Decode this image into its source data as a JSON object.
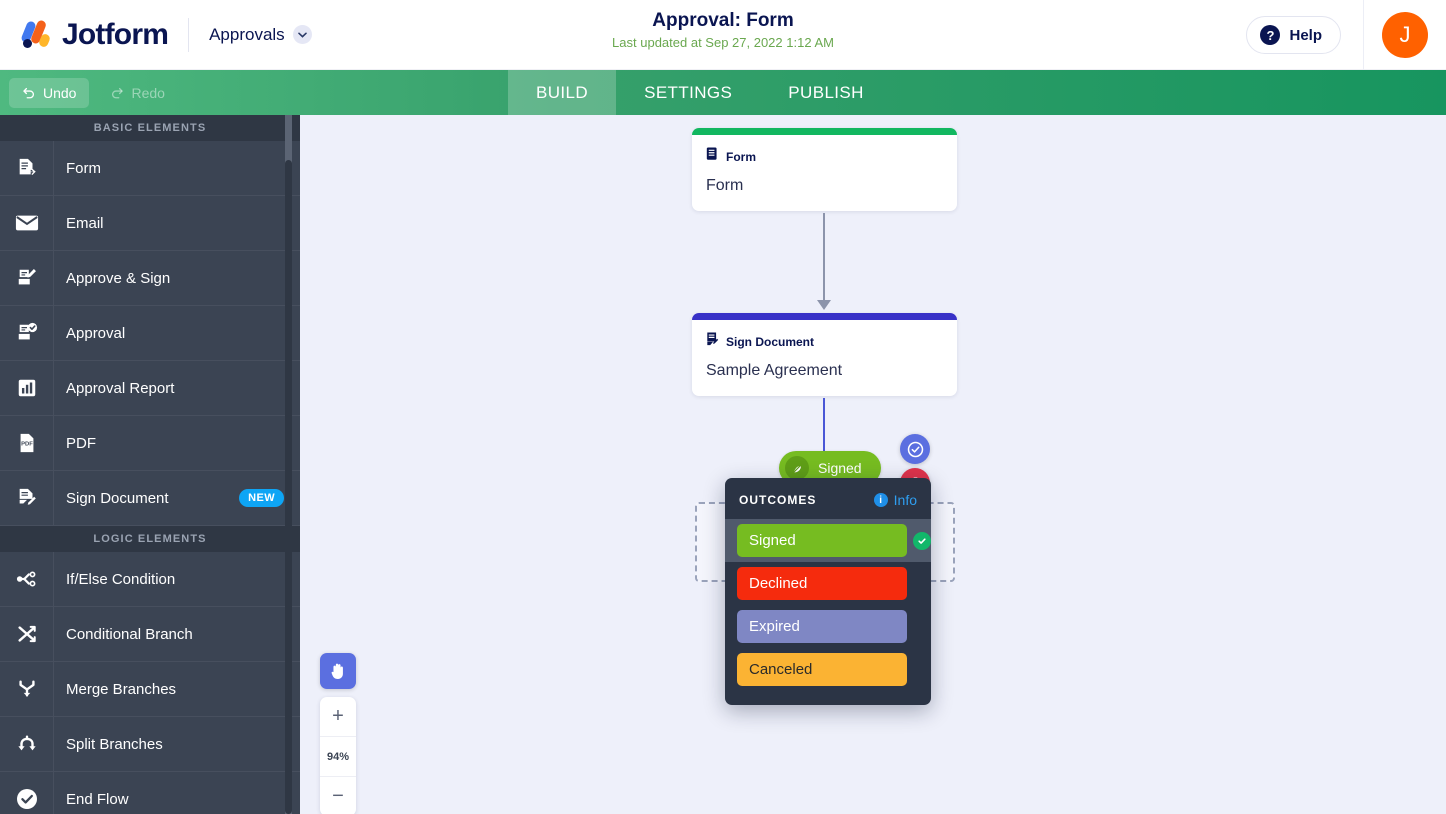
{
  "header": {
    "brand_name": "Jotform",
    "logo_icon": "jotform-logo-icon",
    "approvals_label": "Approvals",
    "approvals_chevron_icon": "chevron-down-icon",
    "title": "Approval: Form",
    "subtitle": "Last updated at Sep 27, 2022 1:12 AM",
    "help_label": "Help",
    "help_icon": "question-circle-icon",
    "avatar_initial": "J",
    "avatar_color": "#ff6100",
    "subtitle_color": "#6aa84f"
  },
  "tabbar": {
    "undo_label": "Undo",
    "undo_icon": "undo-arrow-icon",
    "undo_enabled": true,
    "redo_label": "Redo",
    "redo_icon": "redo-arrow-icon",
    "redo_enabled": false,
    "tabs": [
      {
        "label": "BUILD",
        "active": true
      },
      {
        "label": "SETTINGS",
        "active": false
      },
      {
        "label": "PUBLISH",
        "active": false
      }
    ],
    "accent_color": "#2fa06d"
  },
  "sidebar": {
    "sections": [
      {
        "heading": "BASIC ELEMENTS",
        "items": [
          {
            "label": "Form",
            "icon": "form-document-icon",
            "badge": null
          },
          {
            "label": "Email",
            "icon": "envelope-icon",
            "badge": null
          },
          {
            "label": "Approve & Sign",
            "icon": "approve-sign-icon",
            "badge": null
          },
          {
            "label": "Approval",
            "icon": "approval-check-icon",
            "badge": null
          },
          {
            "label": "Approval Report",
            "icon": "bar-chart-icon",
            "badge": null
          },
          {
            "label": "PDF",
            "icon": "pdf-file-icon",
            "badge": null
          },
          {
            "label": "Sign Document",
            "icon": "sign-document-icon",
            "badge": "NEW"
          }
        ]
      },
      {
        "heading": "LOGIC ELEMENTS",
        "items": [
          {
            "label": "If/Else Condition",
            "icon": "if-else-branch-icon",
            "badge": null
          },
          {
            "label": "Conditional Branch",
            "icon": "conditional-branch-icon",
            "badge": null
          },
          {
            "label": "Merge Branches",
            "icon": "merge-branches-icon",
            "badge": null
          },
          {
            "label": "Split Branches",
            "icon": "split-branches-icon",
            "badge": null
          },
          {
            "label": "End Flow",
            "icon": "end-flow-check-icon",
            "badge": null
          }
        ]
      }
    ]
  },
  "canvas": {
    "nodes": [
      {
        "type_label": "Form",
        "type_icon": "form-document-icon",
        "title": "Form",
        "bar_color": "#12b760"
      },
      {
        "type_label": "Sign Document",
        "type_icon": "sign-document-icon",
        "title": "Sample Agreement",
        "bar_color": "#3831c7"
      }
    ],
    "branch_pill": {
      "label": "Signed",
      "icon": "signature-pen-icon",
      "color": "#76bc21"
    },
    "node_actions": [
      {
        "name": "confirm-outcome-button",
        "icon": "check-circle-icon",
        "color": "#5b6fe0"
      },
      {
        "name": "delete-node-button",
        "icon": "trash-icon",
        "color": "#e0334b"
      }
    ]
  },
  "outcomes_panel": {
    "title": "OUTCOMES",
    "info_label": "Info",
    "info_icon": "info-circle-icon",
    "selected_check_icon": "check-icon",
    "items": [
      {
        "label": "Signed",
        "color": "#76bc21",
        "text_color": "#ffffff",
        "selected": true
      },
      {
        "label": "Declined",
        "color": "#f52b0d",
        "text_color": "#ffffff",
        "selected": false
      },
      {
        "label": "Expired",
        "color": "#7f87c4",
        "text_color": "#ffffff",
        "selected": false
      },
      {
        "label": "Canceled",
        "color": "#fbb333",
        "text_color": "#2a2a2a",
        "selected": false
      }
    ]
  },
  "zoom_controls": {
    "pan_icon": "hand-pan-icon",
    "zoom_in_label": "+",
    "zoom_in_icon": "plus-icon",
    "zoom_level": "94%",
    "zoom_out_label": "−",
    "zoom_out_icon": "minus-icon"
  }
}
